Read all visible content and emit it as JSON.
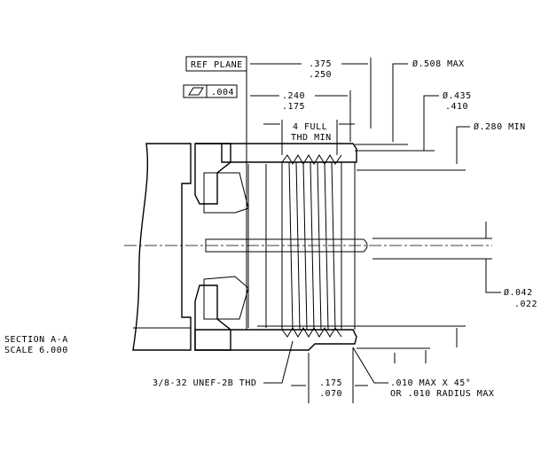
{
  "drawing": {
    "section_label": "SECTION  A-A",
    "scale_label": "SCALE  6.000",
    "ref_plane": "REF PLANE",
    "flatness_symbol": "flatness-icon",
    "flatness_value": ".004",
    "dims": {
      "overall_upper": ".375",
      "overall_lower": ".250",
      "thread_start_upper": ".240",
      "thread_start_lower": ".175",
      "thread_note_1": "4 FULL",
      "thread_note_2": "THD MIN",
      "dia_508": "Ø.508 MAX",
      "dia_435_upper": "Ø.435",
      "dia_435_lower": ".410",
      "dia_280": "Ø.280 MIN",
      "dia_042_upper": "Ø.042",
      "dia_042_lower": ".022",
      "thread_callout": "3/8-32 UNEF-2B THD",
      "lip_upper": ".175",
      "lip_lower": ".070",
      "chamfer_1": ".010 MAX X 45°",
      "chamfer_2": "OR .010 RADIUS MAX"
    }
  }
}
